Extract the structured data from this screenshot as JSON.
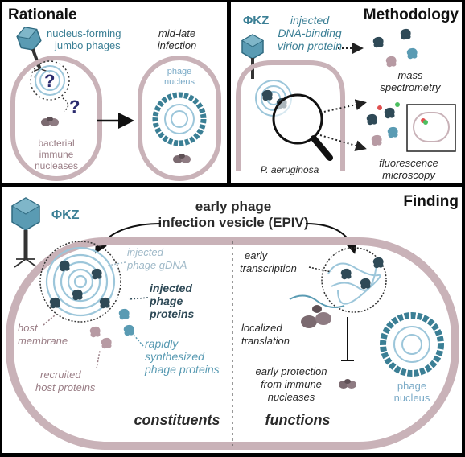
{
  "rationale": {
    "heading": "Rationale",
    "phage_label_1": "nucleus-forming",
    "phage_label_2": "jumbo phages",
    "q_mark": "?",
    "nuclease_label_1": "bacterial",
    "nuclease_label_2": "immune",
    "nuclease_label_3": "nucleases",
    "midlate_1": "mid-late",
    "midlate_2": "infection",
    "nucleus_1": "phage",
    "nucleus_2": "nucleus"
  },
  "methodology": {
    "heading": "Methodology",
    "phage_name": "ΦKZ",
    "injected_1": "injected",
    "injected_2": "DNA-binding",
    "injected_3": "virion protein",
    "host": "P. aeruginosa",
    "mass_1": "mass",
    "mass_2": "spectrometry",
    "fluor_1": "fluorescence",
    "fluor_2": "microscopy"
  },
  "finding": {
    "heading": "Finding",
    "phage_name": "ΦKZ",
    "epiv_1": "early phage",
    "epiv_2": "infection vesicle (EPIV)",
    "gdna_1": "injected",
    "gdna_2": "phage gDNA",
    "proteins_1": "injected",
    "proteins_2": "phage",
    "proteins_3": "proteins",
    "host_membrane_1": "host",
    "host_membrane_2": "membrane",
    "rapid_1": "rapidly",
    "rapid_2": "synthesized",
    "rapid_3": "phage proteins",
    "recruited_1": "recruited",
    "recruited_2": "host proteins",
    "constituents": "constituents",
    "early_tx_1": "early",
    "early_tx_2": "transcription",
    "local_1": "localized",
    "local_2": "translation",
    "protect_1": "early protection",
    "protect_2": "from immune",
    "protect_3": "nucleases",
    "nucleus_1": "phage",
    "nucleus_2": "nucleus",
    "functions": "functions"
  },
  "colors": {
    "blue": "#3b7f95",
    "light_blue": "#7aaac7",
    "mauve": "#9a7e86",
    "dark_protein": "#2f4a57",
    "cell_outline": "#c9b2b8"
  }
}
